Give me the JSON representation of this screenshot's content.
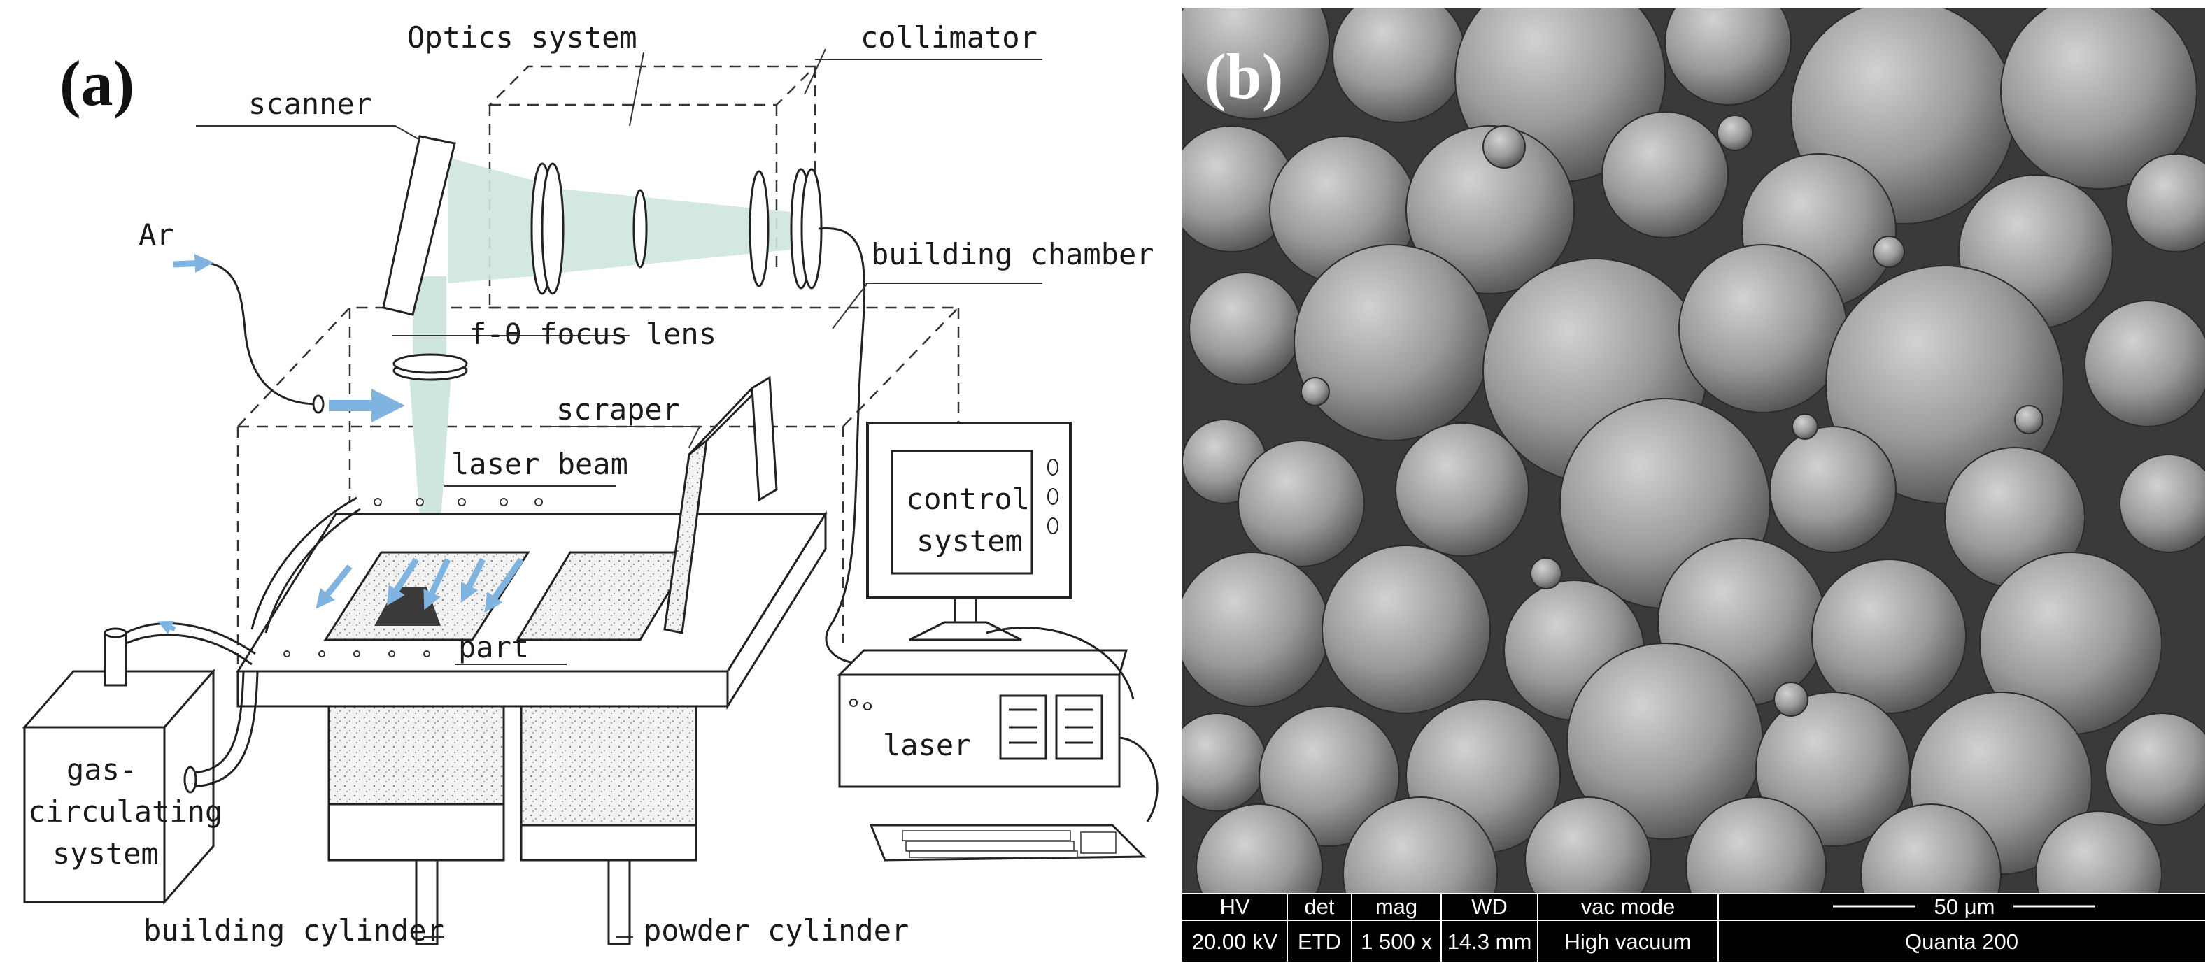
{
  "panel_a": {
    "label": "(a)",
    "labels": {
      "optics": "Optics system",
      "collimator": "collimator",
      "scanner": "scanner",
      "ar": "Ar",
      "building_chamber": "building chamber",
      "ftheta": "f-θ focus lens",
      "scraper": "scraper",
      "laser_beam": "laser beam",
      "control_line1": "control",
      "control_line2": "system",
      "part": "part",
      "laser": "laser",
      "gas_line1": "gas-",
      "gas_line2": "circulating",
      "gas_line3": "system",
      "building_cylinder": "building cylinder",
      "powder_cylinder": "powder cylinder"
    },
    "colors": {
      "beam": "#cfe5df",
      "arrow": "#7fb3e0",
      "powder": "#e6e6e6",
      "part": "#3a3a3a"
    }
  },
  "panel_b": {
    "label": "(b)",
    "infobar": {
      "headers": [
        "HV",
        "det",
        "mag",
        "WD",
        "vac mode"
      ],
      "values": [
        "20.00 kV",
        "ETD",
        "1 500 x",
        "14.3 mm",
        "High vacuum"
      ],
      "scale": "50 μm",
      "instrument": "Quanta 200"
    }
  }
}
